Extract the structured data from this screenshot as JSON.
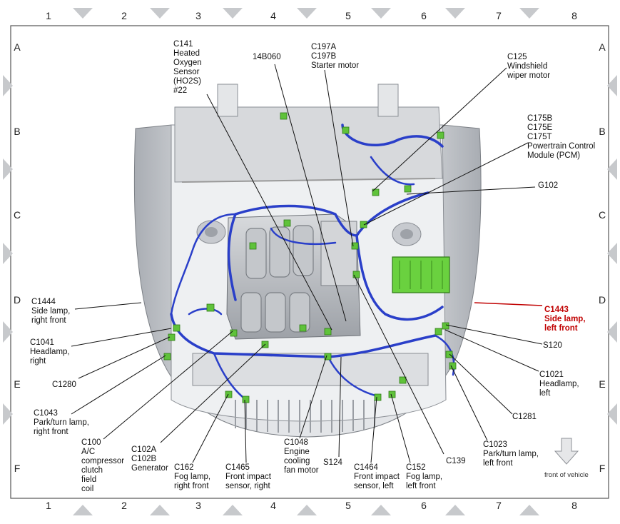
{
  "grid": {
    "columns": [
      "1",
      "2",
      "3",
      "4",
      "5",
      "6",
      "7",
      "8"
    ],
    "rows": [
      "A",
      "B",
      "C",
      "D",
      "E",
      "F"
    ]
  },
  "callouts": {
    "c141": "C141\nHeated\nOxygen\nSensor\n(HO2S)\n#22",
    "b14b060": "14B060",
    "c197": "C197A\nC197B\nStarter motor",
    "c125": "C125\nWindshield\nwiper motor",
    "c175": "C175B\nC175E\nC175T\nPowertrain Control\nModule (PCM)",
    "g102": "G102",
    "c1444": "C1444\nSide lamp,\nright front",
    "c1041": "C1041\nHeadlamp,\nright",
    "c1280": "C1280",
    "c1043": "C1043\nPark/turn lamp,\nright front",
    "c100": "C100\nA/C\ncompressor\nclutch\nfield\ncoil",
    "c102": "C102A\nC102B\nGenerator",
    "c162": "C162\nFog lamp,\nright front",
    "c1465": "C1465\nFront impact\nsensor, right",
    "c1048": "C1048\nEngine\ncooling\nfan motor",
    "s124": "S124",
    "c1464": "C1464\nFront impact\nsensor, left",
    "c152": "C152\nFog lamp,\nleft front",
    "c139": "C139",
    "c1443": "C1443\nSide lamp,\nleft front",
    "s120": "S120",
    "c1021": "C1021\nHeadlamp,\nleft",
    "c1281": "C1281",
    "c1023": "C1023\nPark/turn lamp,\nleft front"
  },
  "front_of_vehicle": "front of vehicle",
  "colors": {
    "harness": "#2a3fc9",
    "connector": "#5fc23a",
    "highlight": "#c00000",
    "body": "#c9ccd1",
    "tab": "#c7c9cc"
  }
}
